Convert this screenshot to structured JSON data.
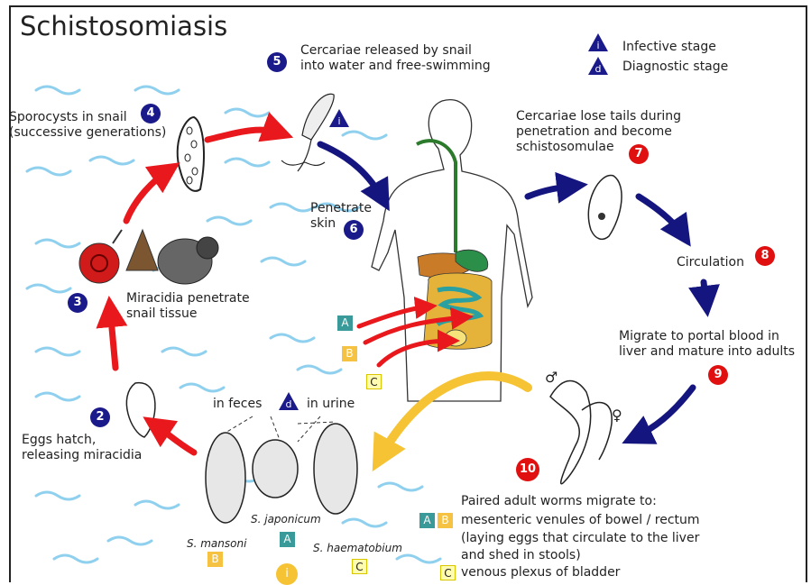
{
  "title": "Schistosomiasis",
  "legend": {
    "infective": {
      "symbol": "i",
      "label": "Infective stage"
    },
    "diagnostic": {
      "symbol": "d",
      "label": "Diagnostic stage"
    }
  },
  "steps": [
    {
      "num": "2",
      "text": "Eggs hatch,\nreleasing miracidia"
    },
    {
      "num": "3",
      "text": "Miracidia penetrate\nsnail tissue"
    },
    {
      "num": "4",
      "text": "Sporocysts in snail\n(successive generations)"
    },
    {
      "num": "5",
      "text": "Cercariae released by snail\ninto water and free-swimming"
    },
    {
      "num": "6",
      "text": "Penetrate\nskin"
    },
    {
      "num": "7",
      "text": "Cercariae lose tails during\npenetration and become\nschistosomulae"
    },
    {
      "num": "8",
      "text": "Circulation"
    },
    {
      "num": "9",
      "text": "Migrate to portal blood in\nliver and mature into adults"
    },
    {
      "num": "10",
      "text": "Paired adult worms migrate to:"
    }
  ],
  "worm_destinations": [
    "mesenteric venules of bowel / rectum",
    "(laying eggs that circulate to the liver",
    "and shed in stools)",
    "venous plexus of bladder"
  ],
  "site_letters": [
    "A",
    "B",
    "C"
  ],
  "egg_sources": {
    "feces": "in feces",
    "urine": "in urine",
    "diag_symbol": "d"
  },
  "species": {
    "mansoni": {
      "name": "S. mansoni",
      "letter": "B"
    },
    "japonicum": {
      "name": "S. japonicum",
      "letter": "A"
    },
    "haematobium": {
      "name": "S. haematobium",
      "letter": "C"
    },
    "infective_symbol": "i"
  },
  "sex_symbols": {
    "male": "♂",
    "female": "♀"
  },
  "colors": {
    "red_arrow": "#e8181c",
    "blue_arrow": "#15157f",
    "yellow_arrow": "#f5c334",
    "water": "#8fd0ee",
    "blue_badge": "#1a1a8a",
    "red_badge": "#e01010"
  }
}
